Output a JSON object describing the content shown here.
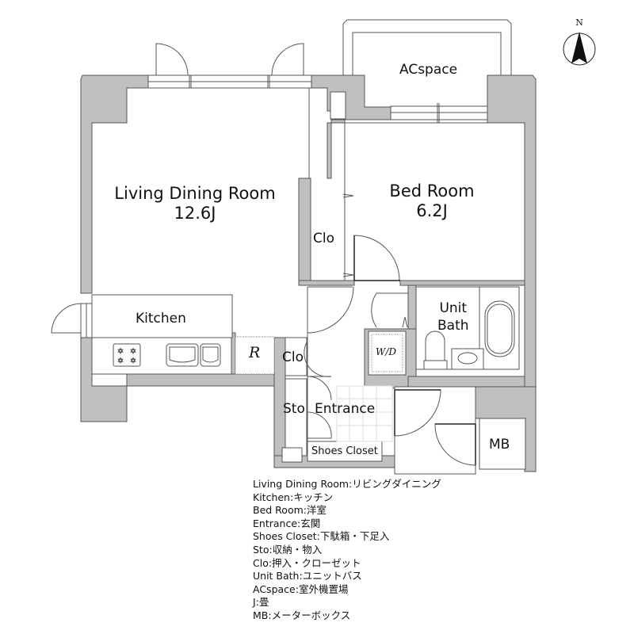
{
  "compass": {
    "label": "N",
    "icon": "north-arrow-icon"
  },
  "rooms": {
    "living": {
      "name": "Living Dining Room",
      "size": "12.6J"
    },
    "bed": {
      "name": "Bed Room",
      "size": "6.2J"
    },
    "acspace": {
      "name": "ACspace"
    },
    "kitchen": {
      "name": "Kitchen"
    },
    "fridge": {
      "name": "R"
    },
    "clo_bed": {
      "name": "Clo"
    },
    "clo_entry": {
      "name": "Clo"
    },
    "sto": {
      "name": "Sto"
    },
    "entrance": {
      "name": "Entrance"
    },
    "shoes": {
      "name": "Shoes Closet"
    },
    "unit_bath_1": {
      "name": "Unit"
    },
    "unit_bath_2": {
      "name": "Bath"
    },
    "wd": {
      "name": "W/D"
    },
    "mb": {
      "name": "MB"
    }
  },
  "legend": [
    "Living Dining Room:リビングダイニング",
    "Kitchen:キッチン",
    "Bed Room:洋室",
    "Entrance:玄関",
    "Shoes Closet:下駄箱・下足入",
    "Sto:収納・物入",
    "Clo:押入・クローゼット",
    "Unit Bath:ユニットバス",
    "ACspace:室外機置場",
    "J:畳",
    "MB:メーターボックス"
  ],
  "colors": {
    "wall": "#c0c0c0",
    "line": "#555555",
    "bg": "#ffffff"
  }
}
